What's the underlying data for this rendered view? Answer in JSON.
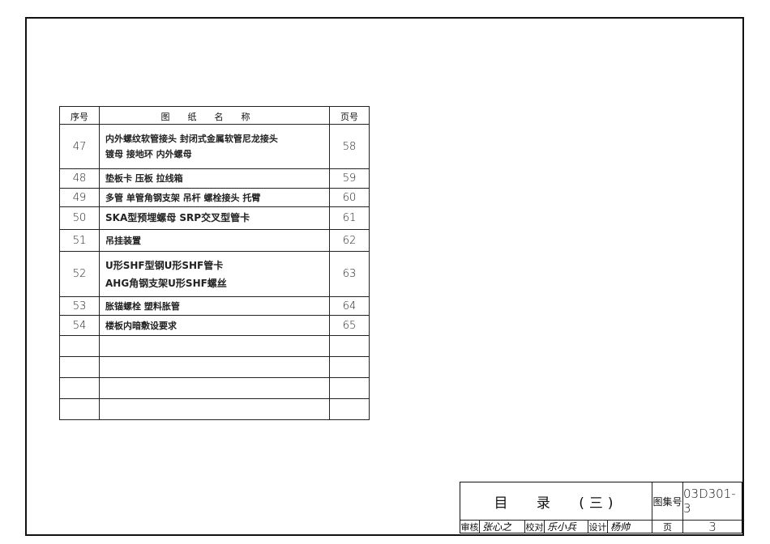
{
  "table": {
    "headers": {
      "no": "序号",
      "name": "图纸名称",
      "page": "页号"
    },
    "rows": [
      {
        "no": "47",
        "lines": [
          "内外螺纹软管接头 封闭式金属软管尼龙接头",
          "镀母 接地环 内外螺母"
        ],
        "page": "58"
      },
      {
        "no": "48",
        "lines": [
          "垫板卡 压板 拉线箱"
        ],
        "page": "59"
      },
      {
        "no": "49",
        "lines": [
          "多管 单管角钢支架 吊杆 螺栓接头 托臂"
        ],
        "page": "60"
      },
      {
        "no": "50",
        "lines": [
          "SKA型预埋螺母 SRP交叉型管卡"
        ],
        "page": "61"
      },
      {
        "no": "51",
        "lines": [
          "吊挂装置"
        ],
        "page": "62"
      },
      {
        "no": "52",
        "lines": [
          "U形SHF型钢U形SHF管卡",
          "AHG角钢支架U形SHF螺丝"
        ],
        "page": "63"
      },
      {
        "no": "53",
        "lines": [
          "胀锚螺栓 塑料胀管"
        ],
        "page": "64"
      },
      {
        "no": "54",
        "lines": [
          "楼板内暗敷设要求"
        ],
        "page": "65"
      }
    ],
    "empty_rows": 4
  },
  "title_block": {
    "title": "目 录 (三)",
    "atlas_label": "图集号",
    "atlas_no": "03D301-3",
    "review_label": "审核",
    "review_sig": "张心之",
    "check_label": "校对",
    "check_sig": "乐小兵",
    "design_label": "设计",
    "design_sig": "杨帅",
    "page_label": "页",
    "page_no": "3"
  }
}
